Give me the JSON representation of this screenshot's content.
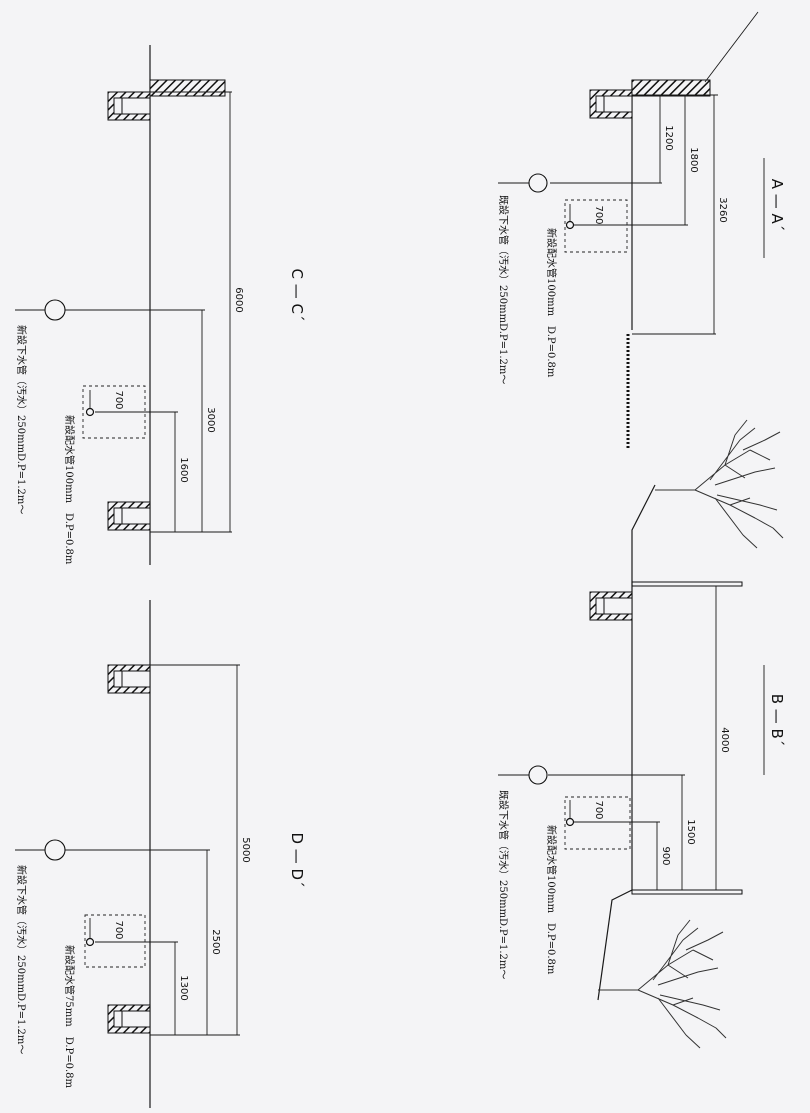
{
  "sections": {
    "aa": {
      "title": "A — A´",
      "dims": [
        "1200",
        "1800",
        "3260",
        "700"
      ],
      "note_sewer": "既設下水管（汚水）250mmD.P=1.2m～",
      "note_water": "新設配水管100mm　D.P=0.8m"
    },
    "bb": {
      "title": "B — B´",
      "dims": [
        "4000",
        "1500",
        "900",
        "700"
      ],
      "note_sewer": "既設下水管（汚水）250mmD.P=1.2m～",
      "note_water": "新設配水管100mm　D.P=0.8m"
    },
    "cc": {
      "title": "C — C´",
      "dims": [
        "6000",
        "3000",
        "1600",
        "700"
      ],
      "note_sewer": "新設下水管（汚水）250mmD.P=1.2m～",
      "note_water": "新設配水管100mm　D.P=0.8m"
    },
    "dd": {
      "title": "D — D´",
      "dims": [
        "5000",
        "2500",
        "1300",
        "700"
      ],
      "note_sewer": "新設下水管（汚水）250mmD.P=1.2m～",
      "note_water": "新設配水管75mm　D.P=0.8m"
    }
  },
  "icons": {
    "gutter": "u-gutter-icon",
    "tree": "tree-icon",
    "pipe": "pipe-circle-icon"
  }
}
